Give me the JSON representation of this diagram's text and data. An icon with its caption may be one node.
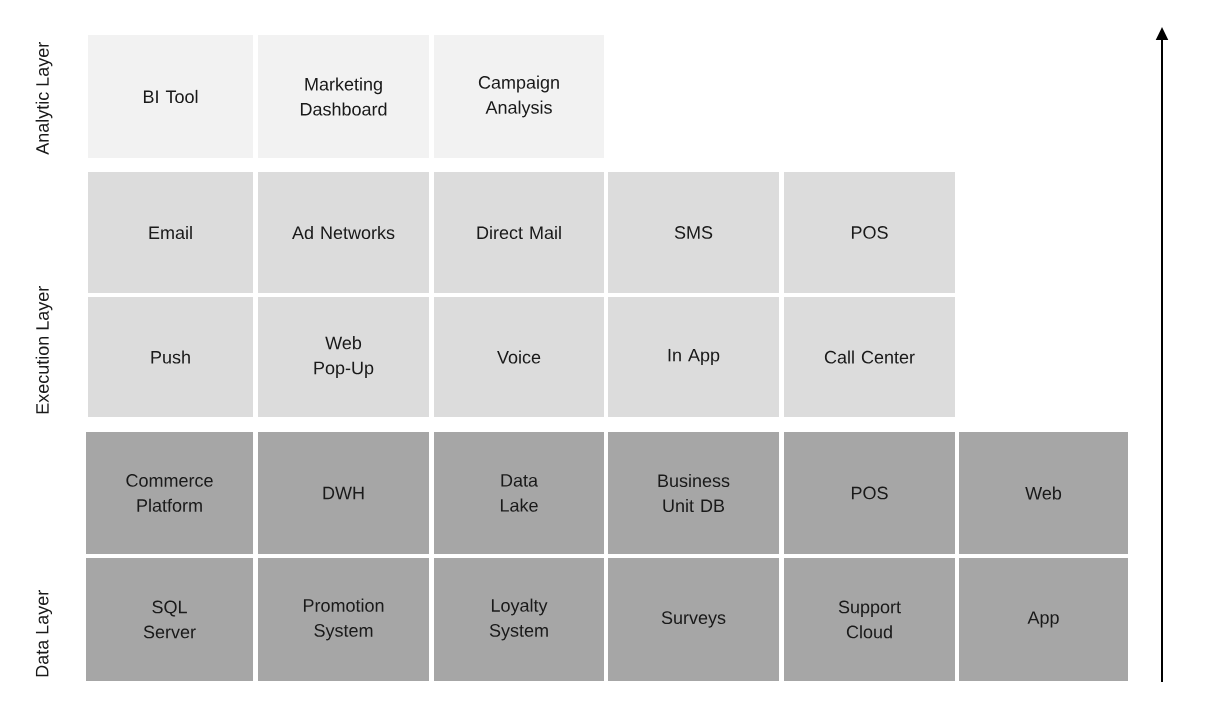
{
  "diagram": {
    "nodes": [
      {
        "text": [
          "BI Tool"
        ]
      },
      {
        "text": [
          "Marketing Dashboard"
        ]
      },
      {
        "text": [
          "Campaign Analysis"
        ]
      },
      {
        "text": [
          "Email"
        ]
      },
      {
        "text": [
          "Ad Networks"
        ]
      },
      {
        "text": [
          "Direct Mail"
        ]
      },
      {
        "text": [
          "SMS"
        ]
      },
      {
        "text": [
          "POS"
        ]
      },
      {
        "text": [
          "Push"
        ]
      },
      {
        "text": [
          "Web Pop-Up"
        ]
      },
      {
        "text": [
          "Voice"
        ]
      },
      {
        "text": [
          "In App"
        ]
      },
      {
        "text": [
          "Call Center"
        ]
      },
      {
        "text": [
          "Commerce Platform"
        ]
      },
      {
        "text": [
          "DWH"
        ]
      },
      {
        "text": [
          "Data Lake"
        ]
      },
      {
        "text": [
          "Business Unit DB"
        ]
      },
      {
        "text": [
          "POS"
        ]
      },
      {
        "text": [
          "Web"
        ]
      },
      {
        "text": [
          "SQL Server"
        ]
      },
      {
        "text": [
          "Promotion System"
        ]
      },
      {
        "text": [
          "Loyalty System"
        ]
      },
      {
        "text": [
          "Surveys"
        ]
      },
      {
        "text": [
          "Support Cloud"
        ]
      },
      {
        "text": [
          "App"
        ]
      }
    ],
    "labels": [
      "Analytic Layer",
      "Execution Layer",
      "Data Layer"
    ]
  }
}
